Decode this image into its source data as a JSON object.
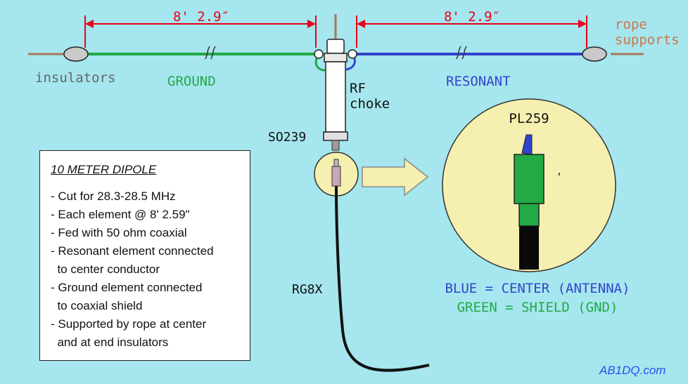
{
  "dimensions": {
    "left": "8' 2.9″",
    "right": "8' 2.9″"
  },
  "labels": {
    "insulators": "insulators",
    "rope_supports": [
      "rope",
      "supports"
    ],
    "ground": "GROUND",
    "resonant": "RESONANT",
    "rf_choke": [
      "RF",
      "choke"
    ],
    "so239": "SO239",
    "rg8x": "RG8X",
    "pl259": "PL259"
  },
  "legend": {
    "title": "10 METER DIPOLE",
    "items": [
      "- Cut for 28.3-28.5 MHz",
      "- Each element @ 8' 2.59\"",
      "- Fed with 50 ohm coaxial",
      "- Resonant element connected",
      "  to center conductor",
      "- Ground element connected",
      "  to coaxial shield",
      "- Supported by rope at center",
      "  and at end insulators"
    ]
  },
  "color_key": {
    "blue": "BLUE = CENTER (ANTENNA)",
    "green": "GREEN = SHIELD (GND)"
  },
  "watermark": "AB1DQ.com",
  "colors": {
    "background": "#a6e6ee",
    "ground_wire": "#22aa44",
    "resonant_wire": "#3344cc",
    "dimension": "#e8001a",
    "rope": "#a8785a",
    "zoom_fill": "#f6f0b0",
    "label_gray": "#666666",
    "label_orange": "#c8784a"
  }
}
